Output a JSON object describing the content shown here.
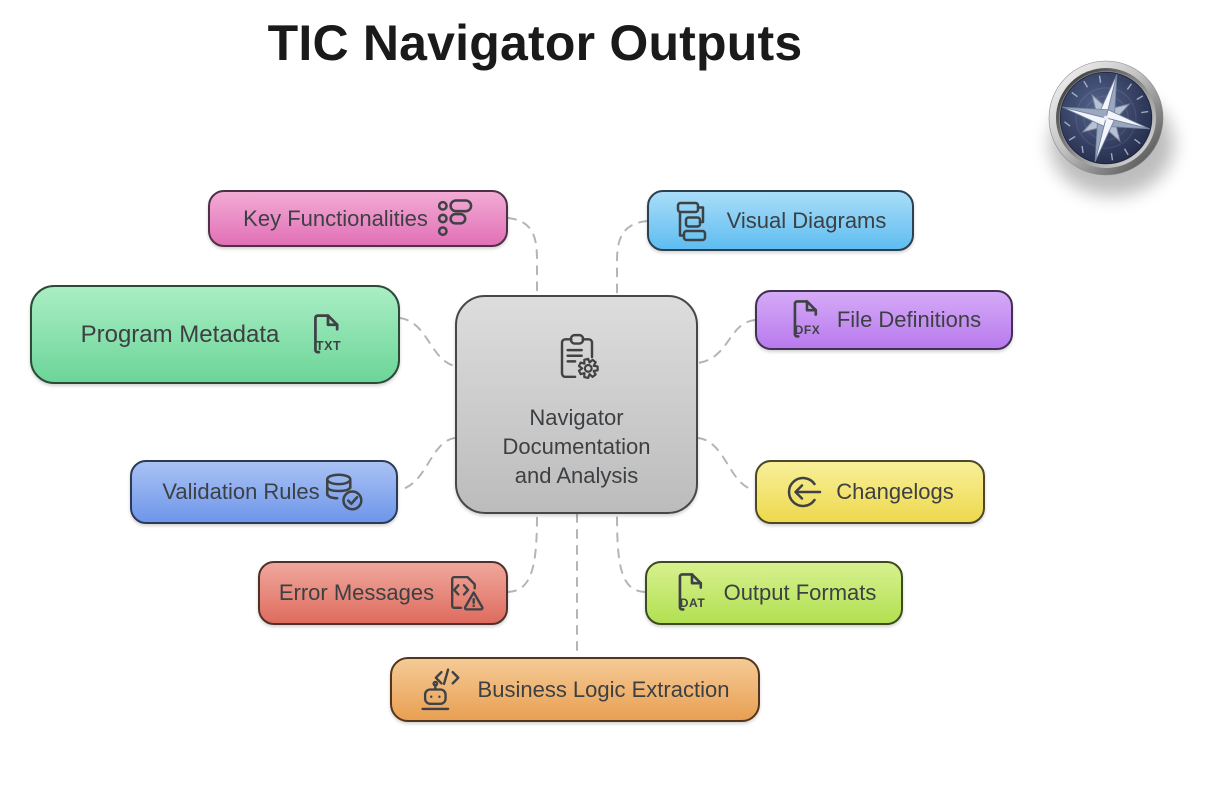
{
  "title": "TIC Navigator Outputs",
  "connector_color": "#b5b5b5",
  "text_color": "#3d4043",
  "icon_stroke": "#3f4245",
  "central": {
    "id": "central",
    "label": "Navigator Documentation and Analysis",
    "icon": "clipboard-gear-icon",
    "fill_top": "#dddddd",
    "fill_bottom": "#bcbcbc",
    "border": "#474747"
  },
  "nodes": [
    {
      "id": "key-functionalities",
      "label": "Key Functionalities",
      "icon": "list-options-icon",
      "icon_side": "right",
      "fill_top": "#f3abd5",
      "fill_bottom": "#e170b6",
      "border": "#4e3146"
    },
    {
      "id": "visual-diagrams",
      "label": "Visual Diagrams",
      "icon": "workflow-icon",
      "icon_side": "left",
      "fill_top": "#a9ddf8",
      "fill_bottom": "#5fbdf1",
      "border": "#2b4050"
    },
    {
      "id": "program-metadata",
      "label": "Program Metadata",
      "icon": "file-type-icon",
      "icon_text": "TXT",
      "icon_side": "right",
      "fill_top": "#aaeec4",
      "fill_bottom": "#6cd598",
      "border": "#2d4a38"
    },
    {
      "id": "file-definitions",
      "label": "File Definitions",
      "icon": "file-type-icon",
      "icon_text": "DFX",
      "icon_side": "left",
      "fill_top": "#d5aaf6",
      "fill_bottom": "#b87aee",
      "border": "#413152"
    },
    {
      "id": "validation-rules",
      "label": "Validation Rules",
      "icon": "database-check-icon",
      "icon_side": "right",
      "fill_top": "#a9c2f4",
      "fill_bottom": "#6e96ea",
      "border": "#2d3a56"
    },
    {
      "id": "changelogs",
      "label": "Changelogs",
      "icon": "arrow-left-circle-icon",
      "icon_side": "left",
      "fill_top": "#f8f09a",
      "fill_bottom": "#eed84d",
      "border": "#4d4826"
    },
    {
      "id": "error-messages",
      "label": "Error Messages",
      "icon": "file-code-warning-icon",
      "icon_side": "right",
      "fill_top": "#f0a79d",
      "fill_bottom": "#de6c5e",
      "border": "#50302b"
    },
    {
      "id": "output-formats",
      "label": "Output Formats",
      "icon": "file-type-icon",
      "icon_text": "DAT",
      "icon_side": "left",
      "fill_top": "#d7f18f",
      "fill_bottom": "#b2e052",
      "border": "#3d4b20"
    },
    {
      "id": "business-logic-extraction",
      "label": "Business Logic Extraction",
      "icon": "robot-code-icon",
      "icon_side": "left",
      "fill_top": "#f5ca96",
      "fill_bottom": "#e8a053",
      "border": "#52351b"
    }
  ]
}
